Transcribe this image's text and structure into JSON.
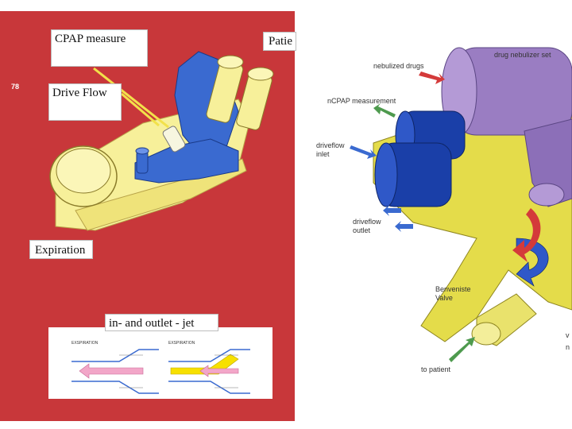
{
  "left_diagram": {
    "page_number": "78",
    "labels": {
      "cpap": "CPAP measure",
      "patient": "Patie",
      "drive_flow": "Drive Flow",
      "expiration": "Expiration",
      "jet": "in- and outlet - jet"
    },
    "insert": {
      "left_heading": "EXSPIRATION",
      "right_heading": "EXSPIRATION"
    },
    "colors": {
      "background": "#c8373a",
      "yellow": "#f7f09a",
      "blue": "#3a6ad0"
    }
  },
  "right_diagram": {
    "labels": {
      "drug_set": "drug nebulizer set",
      "nebulized": "nebulized drugs",
      "ncpap": "nCPAP measurement",
      "driveflow_inlet": "driveflow inlet",
      "driveflow_outlet": "driveflow outlet",
      "benveniste": "Benveniste Valve",
      "to_patient": "to patient",
      "edge_v": "v",
      "edge_n": "n"
    },
    "colors": {
      "purple": "#9a7dc2",
      "blue": "#1a3fa8",
      "yellow": "#e4dc4a"
    }
  }
}
